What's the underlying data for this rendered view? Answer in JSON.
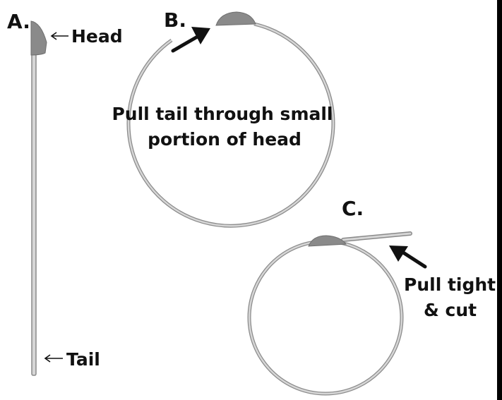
{
  "labels": {
    "panel_a": "A.",
    "panel_b": "B.",
    "panel_c": "C.",
    "head": "Head",
    "tail": "Tail",
    "instruction_b_line1": "Pull tail through small",
    "instruction_b_line2": "portion of head",
    "instruction_c_line1": "Pull tight",
    "instruction_c_line2": "& cut"
  },
  "colors": {
    "tie_stroke": "#8a8a8a",
    "tie_fill": "#d6d6d6",
    "head_fill": "#8a8a8a",
    "text": "#111111",
    "border": "#000000"
  }
}
